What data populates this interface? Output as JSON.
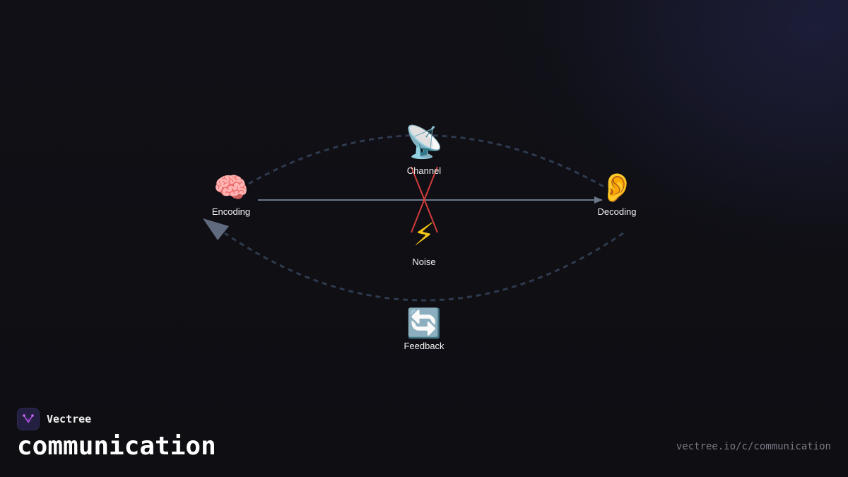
{
  "diagram": {
    "nodes": {
      "encoding": {
        "icon": "brain-icon",
        "emoji": "🧠",
        "label": "Encoding"
      },
      "channel": {
        "icon": "satellite-dish-icon",
        "emoji": "📡",
        "label": "Channel"
      },
      "decoding": {
        "icon": "ear-icon",
        "emoji": "👂",
        "label": "Decoding"
      },
      "noise": {
        "icon": "lightning-icon",
        "emoji": "⚡",
        "label": "Noise"
      },
      "feedback": {
        "icon": "refresh-arrows-icon",
        "emoji": "🔄",
        "label": "Feedback"
      }
    },
    "colors": {
      "main_arrow": "#6b7689",
      "dashed_arc": "#2f3a4f",
      "noise_cross": "#d23c3c",
      "feedback_arrowhead": "#5f6a7e"
    }
  },
  "branding": {
    "name": "Vectree",
    "logo_icon": "vectree-logo-icon",
    "logo_color": "#b052e0"
  },
  "page": {
    "title": "communication",
    "url": "vectree.io/c/communication"
  }
}
